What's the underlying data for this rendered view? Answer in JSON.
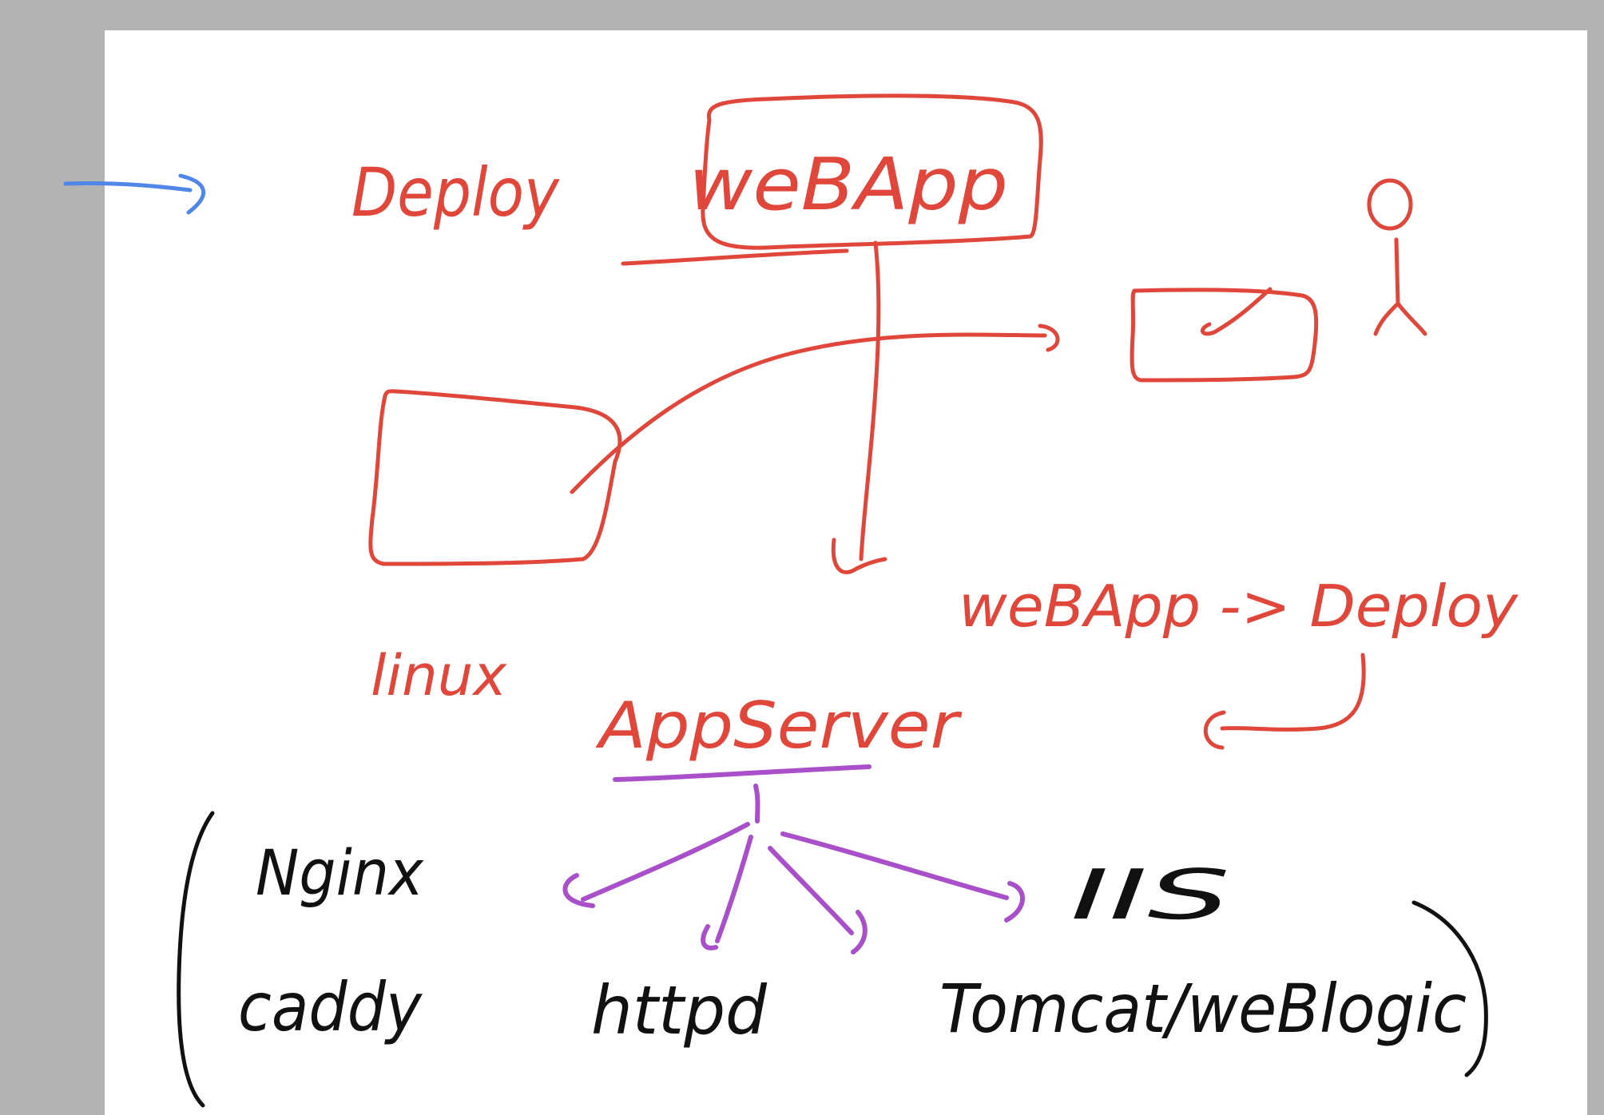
{
  "colors": {
    "red": "#e0463a",
    "purple": "#a84fc9",
    "black": "#111111",
    "blue": "#4f86e8",
    "page_bg": "#ffffff",
    "margin_bg": "#b3b3b3"
  },
  "labels": {
    "deploy_top": "Deploy",
    "webapp_top": "weBApp",
    "linux": "linux",
    "webapp_deploy": "weBApp -> Deploy",
    "appserver": "AppServer",
    "nginx": "Nginx",
    "caddy": "caddy",
    "httpd": "httpd",
    "iis": "IIS",
    "tomcat": "Tomcat/weBlogic"
  },
  "icons": {
    "pointer_arrow": "arrow-right-icon",
    "checkmark": "check-icon",
    "person": "stick-figure-icon"
  }
}
